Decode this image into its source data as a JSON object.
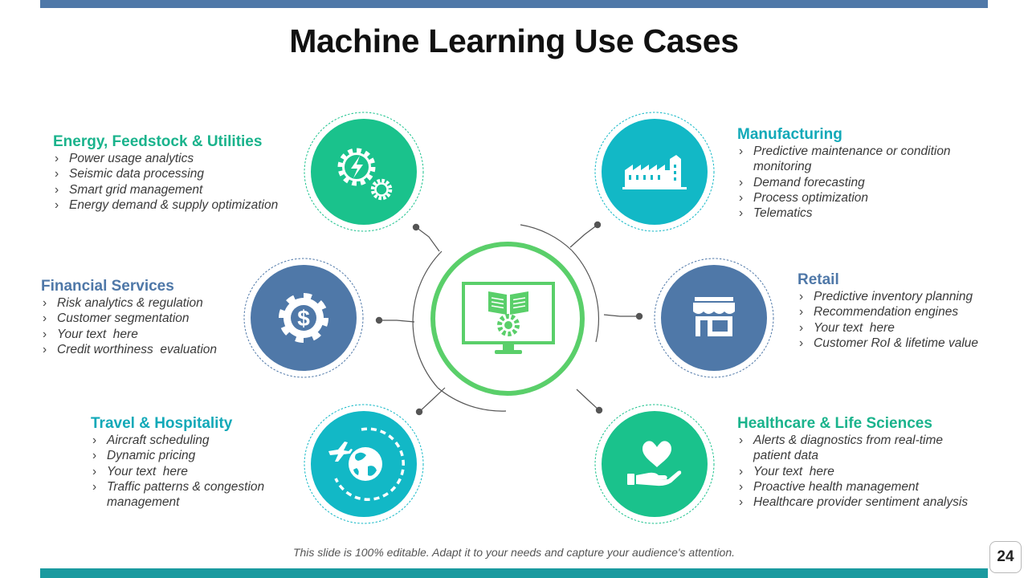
{
  "title": "Machine Learning Use Cases",
  "footer_note": "This slide is 100% editable. Adapt it to your needs and capture your audience's attention.",
  "page_number": "24",
  "colors": {
    "top_bar": "#4f78a8",
    "bottom_bar": "#1a9a9f",
    "green": "#1ac28c",
    "teal": "#12b8c6",
    "blue": "#4f78a8",
    "center_ring": "#5acf6a"
  },
  "center": {
    "icon": "monitor-book-gear-icon"
  },
  "sections": {
    "energy": {
      "title": "Energy, Feedstock & Utilities",
      "color": "#1ab38c",
      "icon": "power-gears-icon",
      "items": [
        "Power usage analytics",
        "Seismic data processing",
        "Smart grid management",
        "Energy demand & supply optimization"
      ]
    },
    "manufacturing": {
      "title": "Manufacturing",
      "color": "#12a9b8",
      "icon": "factory-icon",
      "items": [
        "Predictive maintenance or condition monitoring",
        "Demand forecasting",
        "Process optimization",
        "Telematics"
      ]
    },
    "financial": {
      "title": "Financial Services",
      "color": "#4f78a8",
      "icon": "dollar-gear-icon",
      "items": [
        "Risk analytics & regulation",
        "Customer segmentation",
        "Your text  here",
        "Credit worthiness  evaluation"
      ]
    },
    "retail": {
      "title": "Retail",
      "color": "#4f78a8",
      "icon": "store-icon",
      "items": [
        "Predictive inventory planning",
        "Recommendation engines",
        "Your text  here",
        "Customer RoI & lifetime value"
      ]
    },
    "travel": {
      "title": "Travel & Hospitality",
      "color": "#12a9b8",
      "icon": "plane-globe-icon",
      "items": [
        "Aircraft scheduling",
        "Dynamic pricing",
        "Your text  here",
        "Traffic patterns & congestion management"
      ]
    },
    "healthcare": {
      "title": "Healthcare & Life Sciences",
      "color": "#1ab38c",
      "icon": "heart-hand-icon",
      "items": [
        "Alerts & diagnostics from real-time patient data",
        "Your text  here",
        "Proactive health management",
        "Healthcare provider sentiment analysis"
      ]
    }
  }
}
